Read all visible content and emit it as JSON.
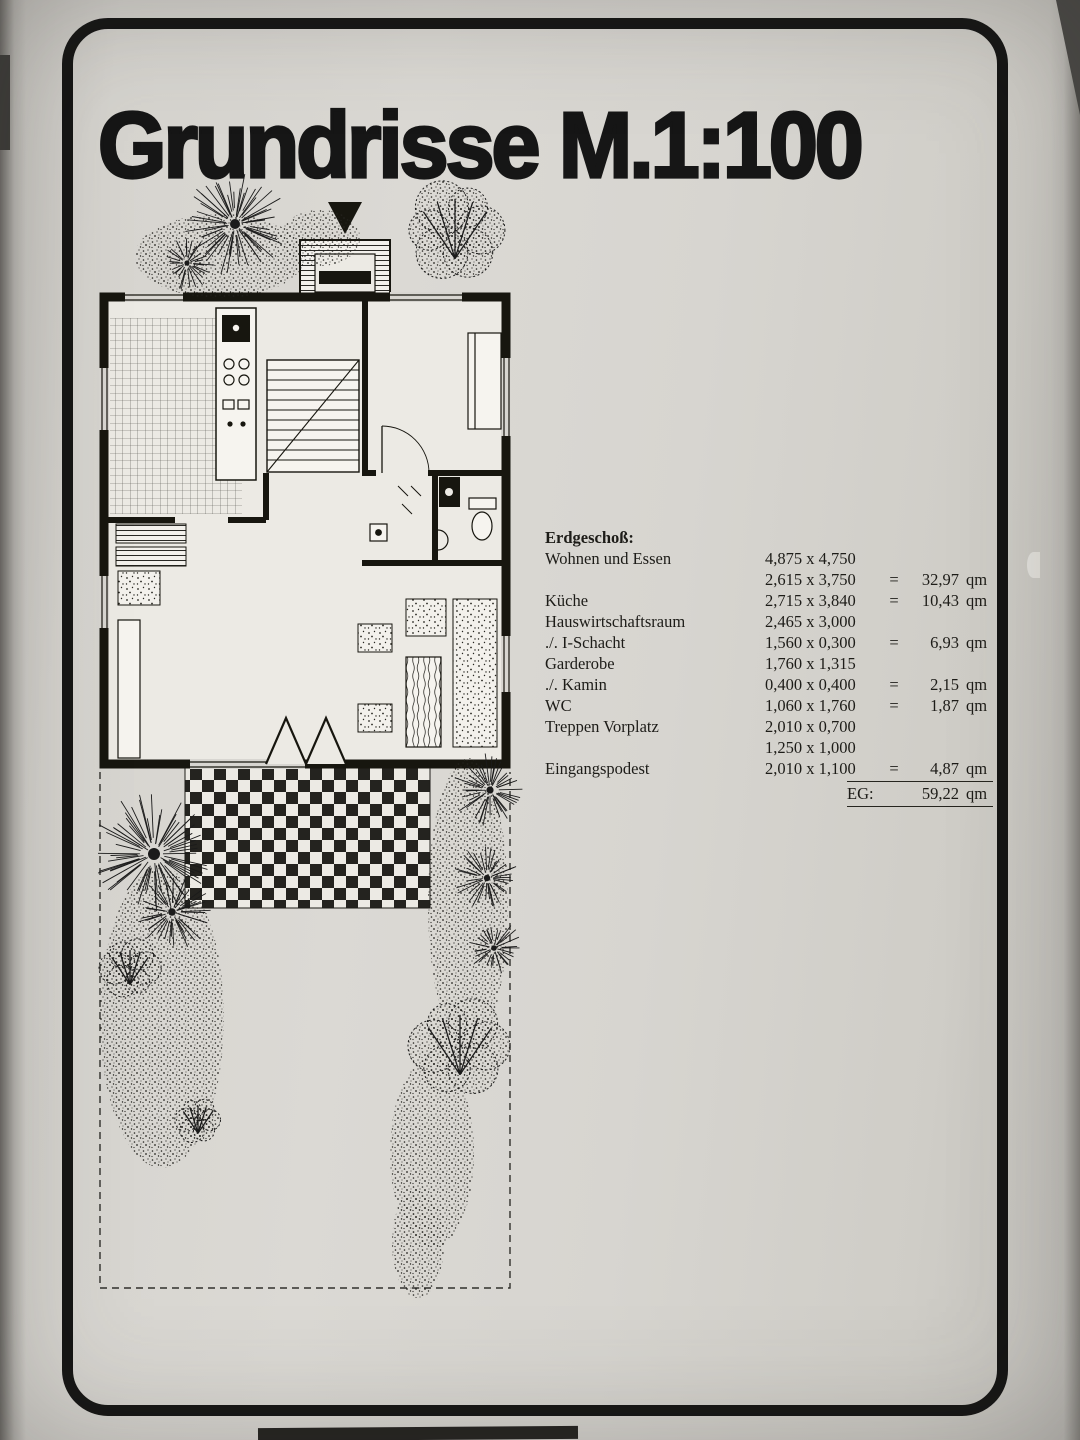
{
  "colors": {
    "ink": "#161616",
    "paper": "#d8d6d1"
  },
  "page": {
    "title": "Grundrisse M.1:100"
  },
  "table": {
    "header": "Erdgeschoß:",
    "rows": [
      {
        "label": "Wohnen und Essen",
        "dims": "4,875 x 4,750",
        "eq": "",
        "area": "",
        "unit": ""
      },
      {
        "label": "",
        "dims": "2,615 x 3,750",
        "eq": "=",
        "area": "32,97",
        "unit": "qm"
      },
      {
        "label": "Küche",
        "dims": "2,715 x 3,840",
        "eq": "=",
        "area": "10,43",
        "unit": "qm"
      },
      {
        "label": "Hauswirtschaftsraum",
        "dims": "2,465 x 3,000",
        "eq": "",
        "area": "",
        "unit": ""
      },
      {
        "label": "./. I-Schacht",
        "dims": "1,560 x 0,300",
        "eq": "=",
        "area": "6,93",
        "unit": "qm"
      },
      {
        "label": "Garderobe",
        "dims": "1,760 x 1,315",
        "eq": "",
        "area": "",
        "unit": ""
      },
      {
        "label": "./. Kamin",
        "dims": "0,400 x 0,400",
        "eq": "=",
        "area": "2,15",
        "unit": "qm"
      },
      {
        "label": "WC",
        "dims": "1,060 x 1,760",
        "eq": "=",
        "area": "1,87",
        "unit": "qm"
      },
      {
        "label": "Treppen Vorplatz",
        "dims": "2,010 x 0,700",
        "eq": "",
        "area": "",
        "unit": ""
      },
      {
        "label": "",
        "dims": "1,250 x 1,000",
        "eq": "",
        "area": "",
        "unit": ""
      },
      {
        "label": "Eingangspodest",
        "dims": "2,010 x 1,100",
        "eq": "=",
        "area": "4,87",
        "unit": "qm"
      }
    ],
    "total": {
      "label": "EG:",
      "area": "59,22",
      "unit": "qm"
    }
  }
}
